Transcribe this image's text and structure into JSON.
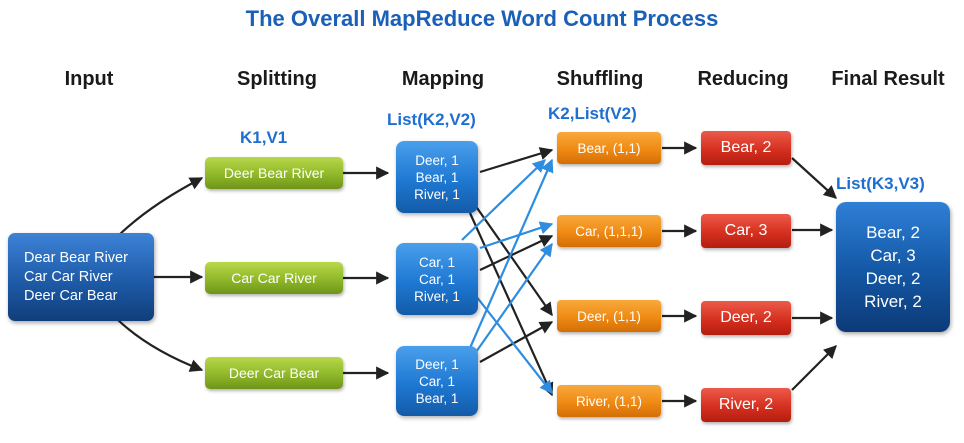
{
  "title": "The Overall MapReduce Word Count Process",
  "headers": {
    "input": "Input",
    "splitting": "Splitting",
    "mapping": "Mapping",
    "shuffling": "Shuffling",
    "reducing": "Reducing",
    "final": "Final Result"
  },
  "sublabels": {
    "splitting": "K1,V1",
    "mapping": "List(K2,V2)",
    "shuffling": "K2,List(V2)",
    "final": "List(K3,V3)"
  },
  "input": {
    "lines": [
      "Dear Bear River",
      "Car Car River",
      "Deer Car Bear"
    ]
  },
  "splits": [
    "Deer Bear River",
    "Car Car River",
    "Deer Car Bear"
  ],
  "maps": [
    [
      "Deer, 1",
      "Bear, 1",
      "River, 1"
    ],
    [
      "Car, 1",
      "Car, 1",
      "River, 1"
    ],
    [
      "Deer, 1",
      "Car, 1",
      "Bear, 1"
    ]
  ],
  "shuffles": [
    "Bear, (1,1)",
    "Car, (1,1,1)",
    "Deer, (1,1)",
    "River, (1,1)"
  ],
  "reduces": [
    "Bear, 2",
    "Car, 3",
    "Deer, 2",
    "River, 2"
  ],
  "final": {
    "lines": [
      "Bear, 2",
      "Car, 3",
      "Deer, 2",
      "River, 2"
    ]
  },
  "colors": {
    "title": "#1a5fb8",
    "input_box": "#1e5ba8",
    "split_box": "#8fb82a",
    "map_box": "#1f78d2",
    "shuffle_box": "#ef8a14",
    "reduce_box": "#d6301f",
    "final_box": "#155aa8",
    "dark_arrow": "#222222",
    "blue_arrow": "#2f8de0"
  }
}
